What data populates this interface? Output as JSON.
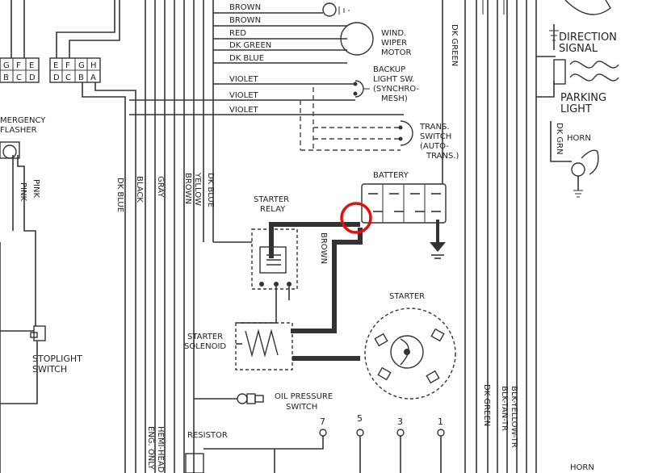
{
  "components": {
    "wind_wiper_motor": [
      "WIND.",
      "WIPER",
      "MOTOR"
    ],
    "backup_light_switch": [
      "BACKUP",
      "LIGHT SW.",
      "(SYNCHRO-",
      "MESH)"
    ],
    "trans_switch": [
      "TRANS.",
      "SWITCH",
      "(AUTO-",
      "TRANS.)"
    ],
    "battery": "BATTERY",
    "starter_relay": [
      "STARTER",
      "RELAY"
    ],
    "starter": "STARTER",
    "starter_solenoid": [
      "STARTER",
      "SOLENOID"
    ],
    "oil_pressure_switch": [
      "OIL PRESSURE",
      "SWITCH"
    ],
    "resistor": "RESISTOR",
    "emergency_flasher": [
      "MERGENCY",
      "FLASHER"
    ],
    "stoplight_switch": [
      "STOPLIGHT",
      "SWITCH"
    ],
    "direction_signal": [
      "DIRECTION",
      "SIGNAL"
    ],
    "parking_light": [
      "PARKING",
      "LIGHT"
    ],
    "horn_top": "HORN",
    "horn_bottom": "HORN",
    "hemi_head": [
      "HEMI-HEAD",
      "ENG. ONLY"
    ]
  },
  "horizontal_wires": [
    "BROWN",
    "BROWN",
    "RED",
    "DK GREEN",
    "DK BLUE",
    "VIOLET",
    "VIOLET",
    "VIOLET"
  ],
  "vertical_wires": [
    "DK BLUE",
    "BLACK",
    "GRAY",
    "BROWN",
    "YELLOW",
    "DK BLUE"
  ],
  "other_wire_labels": {
    "pink_a": "PINK",
    "pink_b": "PINK",
    "relay_brown": "BROWN",
    "dk_green_top": "DK GREEN",
    "dk_grn_horn": "DK GRN",
    "dk_green_bottom": "DK GREEN",
    "blk_tan_tr": "BLK-TAN-TR",
    "blk_yellow_tr": "BLK-YELLOW-TR"
  },
  "connector_left": {
    "top": [
      "G",
      "F",
      "E"
    ],
    "bottom": [
      "B",
      "C",
      "D"
    ]
  },
  "connector_right": {
    "top": [
      "E",
      "F",
      "G",
      "H"
    ],
    "bottom": [
      "D",
      "C",
      "B",
      "A"
    ]
  },
  "terminal_numbers": [
    "7",
    "5",
    "3",
    "1"
  ],
  "highlight_color": "#e01010"
}
